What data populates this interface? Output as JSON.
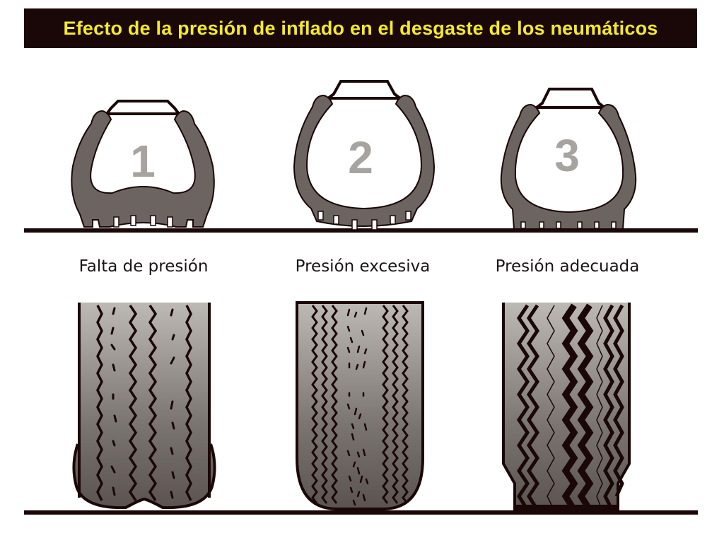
{
  "title": "Efecto de la presión de inflado en el desgaste de los neumáticos",
  "colors": {
    "title_bg": "#1a0707",
    "title_text": "#f4ea2a",
    "tire_fill": "#6b6460",
    "outline": "#1a0707",
    "number_fill": "#a7a39f",
    "tread_top": "#b9b5b1",
    "tread_bottom": "#5e5754"
  },
  "panels": [
    {
      "number": "1",
      "label": "Falta de presión",
      "wear_pattern": "shoulder-wear"
    },
    {
      "number": "2",
      "label": "Presión excesiva",
      "wear_pattern": "center-wear"
    },
    {
      "number": "3",
      "label": "Presión adecuada",
      "wear_pattern": "even-wear"
    }
  ]
}
